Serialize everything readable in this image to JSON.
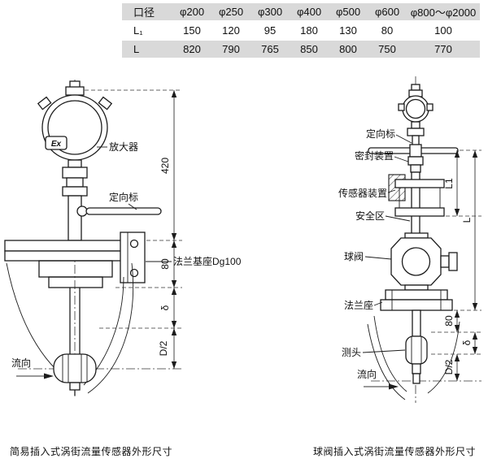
{
  "table": {
    "header_label": "口径",
    "diameters": [
      "φ200",
      "φ250",
      "φ300",
      "φ400",
      "φ500",
      "φ600",
      "φ800～φ2000"
    ],
    "rows": [
      {
        "label": "L₁",
        "values": [
          "150",
          "120",
          "95",
          "180",
          "130",
          "80",
          "100"
        ]
      },
      {
        "label": "L",
        "values": [
          "820",
          "790",
          "765",
          "850",
          "800",
          "750",
          "770"
        ]
      }
    ]
  },
  "left_diagram": {
    "caption": "简易插入式涡街流量传感器外形尺寸",
    "ex_mark": "Ex",
    "labels": {
      "amplifier": "放大器",
      "orientation_mark": "定向标",
      "flange_base": "法兰基座Dg100",
      "flow_direction": "流向"
    },
    "dimensions": {
      "total_height": "420",
      "insert_80": "80",
      "delta": "δ",
      "half_d": "D/2"
    }
  },
  "right_diagram": {
    "caption": "球阀插入式涡街流量传感器外形尺寸",
    "labels": {
      "orientation_mark": "定向标",
      "seal_device": "密封装置",
      "sensor_device": "传感器装置",
      "safety_zone": "安全区",
      "ball_valve": "球阀",
      "flange_seat": "法兰座",
      "probe": "测头",
      "flow_direction": "流向"
    },
    "dimensions": {
      "l1": "L1",
      "l": "L",
      "insert_80": "80",
      "delta": "δ",
      "half_d": "D/2"
    }
  }
}
